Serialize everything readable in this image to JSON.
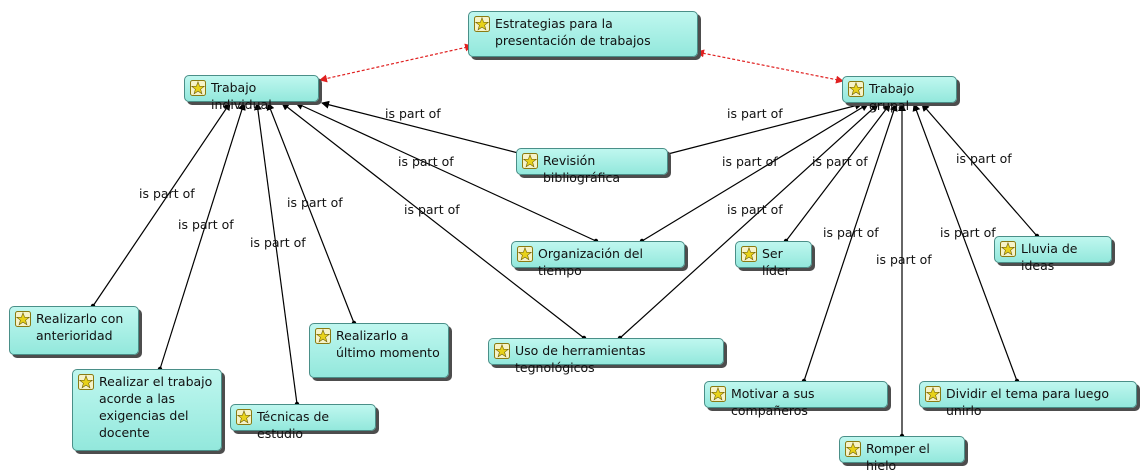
{
  "concepts": {
    "root": "Estrategias para la presentación de trabajos",
    "individual": "Trabajo individual",
    "grupal": "Trabajo grupal",
    "revision": "Revisión bibliográfica",
    "organizacion": "Organización del tiempo",
    "herramientas": "Uso de herramientas tegnológicos",
    "lider": "Ser líder",
    "lluvia": "Lluvia de ideas",
    "anterioridad": "Realizarlo con anterioridad",
    "acorde": "Realizar el trabajo acorde a las exigencias del docente",
    "tecnicas": "Técnicas de estudio",
    "ultimo": "Realizarlo a último momento",
    "motivar": "Motivar a sus compañeros",
    "dividir": "Dividir el tema para luego unirlo",
    "romper": "Romper el hielo"
  },
  "relation_label": "is part of",
  "colors": {
    "node_fill": "#a8efe5",
    "node_border": "#4a8f88",
    "arrow": "#000000",
    "cross_link": "#e02020",
    "icon": "#e8d21a"
  },
  "relations": [
    {
      "from": "anterioridad",
      "to": "individual",
      "label": "is part of"
    },
    {
      "from": "acorde",
      "to": "individual",
      "label": "is part of"
    },
    {
      "from": "tecnicas",
      "to": "individual",
      "label": "is part of"
    },
    {
      "from": "ultimo",
      "to": "individual",
      "label": "is part of"
    },
    {
      "from": "herramientas",
      "to": "individual",
      "label": "is part of"
    },
    {
      "from": "organizacion",
      "to": "individual",
      "label": "is part of"
    },
    {
      "from": "revision",
      "to": "individual",
      "label": "is part of"
    },
    {
      "from": "revision",
      "to": "grupal",
      "label": "is part of"
    },
    {
      "from": "organizacion",
      "to": "grupal",
      "label": "is part of"
    },
    {
      "from": "herramientas",
      "to": "grupal",
      "label": "is part of"
    },
    {
      "from": "lider",
      "to": "grupal",
      "label": "is part of"
    },
    {
      "from": "motivar",
      "to": "grupal",
      "label": "is part of"
    },
    {
      "from": "romper",
      "to": "grupal",
      "label": "is part of"
    },
    {
      "from": "dividir",
      "to": "grupal",
      "label": "is part of"
    },
    {
      "from": "lluvia",
      "to": "grupal",
      "label": "is part of"
    }
  ],
  "cross_links": [
    {
      "a": "root",
      "b": "individual"
    },
    {
      "a": "root",
      "b": "grupal"
    }
  ]
}
